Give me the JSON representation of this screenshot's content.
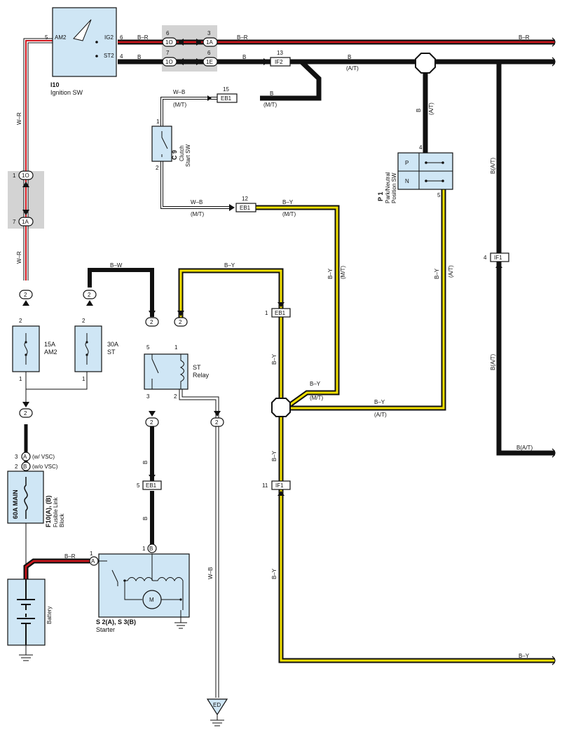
{
  "components": {
    "ignition_sw": {
      "ref": "I10",
      "name": "Ignition SW",
      "am2": "AM2",
      "ig2": "IG2",
      "st2": "ST2",
      "pin_am2": "5",
      "pin_ig2": "6",
      "pin_st2": "4"
    },
    "clutch_sw": {
      "ref": "C 9",
      "name1": "Clutch",
      "name2": "Start SW",
      "pin_top": "1",
      "pin_bottom": "2"
    },
    "pn_sw": {
      "ref": "P 1",
      "name1": "Park/Neutral",
      "name2": "Position SW",
      "p": "P",
      "n": "N",
      "pin_top": "4",
      "pin_bottom": "5"
    },
    "fuse_am2": {
      "rating": "15A",
      "name": "AM2",
      "pin_top": "2",
      "pin_bottom": "1"
    },
    "fuse_st": {
      "rating": "30A",
      "name": "ST",
      "pin_top": "2",
      "pin_bottom": "1"
    },
    "st_relay": {
      "name1": "ST",
      "name2": "Relay",
      "pin5": "5",
      "pin1": "1",
      "pin3": "3",
      "pin2": "2"
    },
    "fusible_link": {
      "rating": "60A MAIN",
      "ref": "F10(A), (B)",
      "name1": "Fusible Link",
      "name2": "Block",
      "pin_a": "3",
      "pin_b": "2",
      "conn_a": "A",
      "conn_b": "B",
      "note_a": "(w/ VSC)",
      "note_b": "(w/o VSC)"
    },
    "battery": {
      "name": "Battery"
    },
    "starter": {
      "ref": "S 2(A), S 3(B)",
      "name": "Starter",
      "pin_a": "1",
      "pin_b": "1",
      "conn_a": "A",
      "conn_b": "B",
      "motor": "M"
    },
    "ground_ed": {
      "label": "ED"
    }
  },
  "connectors": {
    "c1o_top": "1O",
    "c1a_top": "1A",
    "c1o_mid": "1O",
    "c1e": "1E",
    "pin6a": "6",
    "pin3": "3",
    "pin7": "7",
    "pin6b": "6",
    "left_1o": "1O",
    "left_1a": "1A",
    "left_pin1": "1",
    "left_pin7": "7",
    "if2": "IF2",
    "if2_pin": "13",
    "eb1_15": "EB1",
    "eb1_15_pin": "15",
    "eb1_12": "EB1",
    "eb1_12_pin": "12",
    "eb1_1": "EB1",
    "eb1_1_pin": "1",
    "eb1_5": "EB1",
    "eb1_5_pin": "5",
    "if1_11": "IF1",
    "if1_11_pin": "11",
    "if1_4": "IF1",
    "if1_4_pin": "4",
    "two": "2"
  },
  "wires": {
    "w_r": "W–R",
    "b_r": "B–R",
    "b": "B",
    "b_w": "B–W",
    "b_y": "B–Y",
    "w_b": "W–B",
    "at": "(A/T)",
    "mt": "(M/T)",
    "b_at": "B(A/T)",
    "b_at_vert": "B(A/T)"
  },
  "colors": {
    "wire_black": "#111111",
    "wire_red": "#d0141b",
    "wire_yellow": "#f2e000",
    "component_fill": "#cfe6f5",
    "splice_gray": "#d3d3d3"
  }
}
